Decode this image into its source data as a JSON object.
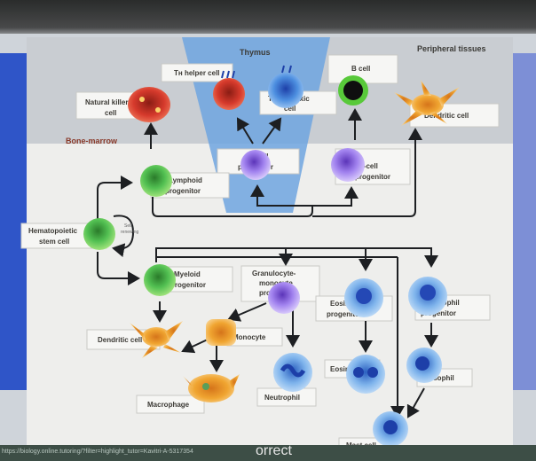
{
  "diagram": {
    "regions": {
      "thymus": "Thymus",
      "peripheral": "Peripheral tissues",
      "bone_marrow": "Bone-marrow"
    },
    "labels": {
      "th_helper": "Tʜ helper cell",
      "tc_cytotoxic_1": "Tᴄ cytotoxic",
      "tc_cytotoxic_2": "cell",
      "b_cell": "B cell",
      "natural_killer_1": "Natural killer",
      "natural_killer_2": "cell",
      "dendritic_top": "Dendritic cell",
      "t_progenitor_1": "T-cell",
      "t_progenitor_2": "progenitor",
      "b_progenitor_1": "B-cell",
      "b_progenitor_2": "progenitor",
      "lymphoid_1": "Lymphoid",
      "lymphoid_2": "progenitor",
      "hsc_1": "Hematopoietic",
      "hsc_2": "stem cell",
      "self_renewing_1": "Self",
      "self_renewing_2": "renewing",
      "myeloid_1": "Myeloid",
      "myeloid_2": "progenitor",
      "gm_1": "Granulocyte-",
      "gm_2": "monocyte",
      "gm_3": "progenitor",
      "eos_prog_1": "Eosinophil",
      "eos_prog_2": "progenitor",
      "baso_prog_1": "Basophil",
      "baso_prog_2": "progenitor",
      "dendritic_bottom": "Dendritic cell",
      "monocyte": "Monocyte",
      "eosinophil": "Eosinophil",
      "basophil": "Basophil",
      "macrophage": "Macrophage",
      "neutrophil": "Neutrophil",
      "mast_cell": "Mast cell"
    }
  },
  "footer": {
    "url": "https://biology.online.tutoring/?filter=highlight_tutor=Kavitri-A-5317354",
    "text": "orrect"
  },
  "colors": {
    "thymus_blue": "#6ea4e0",
    "arrow": "#1d1f22",
    "lymphoid_green": "#3fb33f",
    "progenitor_purple": "#9b79e8",
    "red_cell": "#d63a2c",
    "orange_dendritic": "#f0a531",
    "blue_granulocyte": "#4d8fe0"
  }
}
